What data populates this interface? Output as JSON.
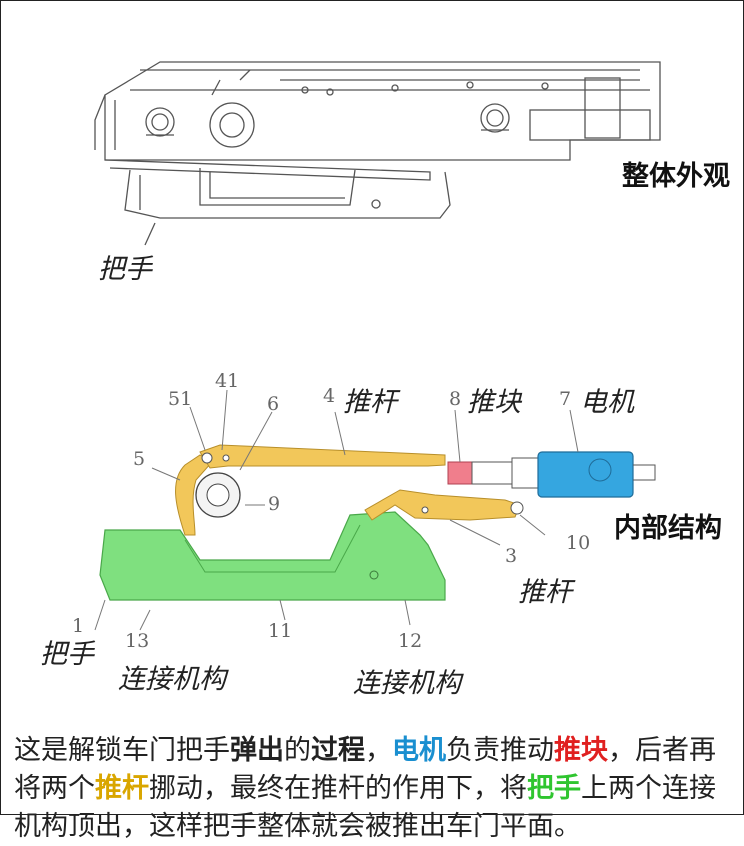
{
  "top": {
    "label_handle": "把手",
    "title": "整体外观"
  },
  "bottom": {
    "title": "内部结构",
    "labels": {
      "push_rod_4": "推杆",
      "push_block": "推块",
      "motor": "电机",
      "push_rod_3": "推杆",
      "handle": "把手",
      "link_left": "连接机构",
      "link_right": "连接机构"
    },
    "numbers": {
      "n51": "51",
      "n41": "41",
      "n6": "6",
      "n4": "4",
      "n8": "8",
      "n7": "7",
      "n5": "5",
      "n9": "9",
      "n10": "10",
      "n3": "3",
      "n1": "1",
      "n13": "13",
      "n11": "11",
      "n12": "12"
    }
  },
  "caption": {
    "p1": "这是解锁车门把手",
    "k1": "弹出",
    "p2": "的",
    "k2": "过程",
    "p3": "，",
    "k3": "电机",
    "p4": "负责推动",
    "k4": "推块",
    "p5": "，后者再将两个",
    "k5": "推杆",
    "p6": "挪动，最终在推杆的作用下，将",
    "k6": "把手",
    "p7": "上两个连接机构顶出，这样把手整体就会被推出车门平面。"
  },
  "colors": {
    "handle_green": "#7fe07f",
    "rod_gold": "#f2c75a",
    "block_pink": "#f07e8c",
    "motor_blue": "#35a6e0"
  }
}
